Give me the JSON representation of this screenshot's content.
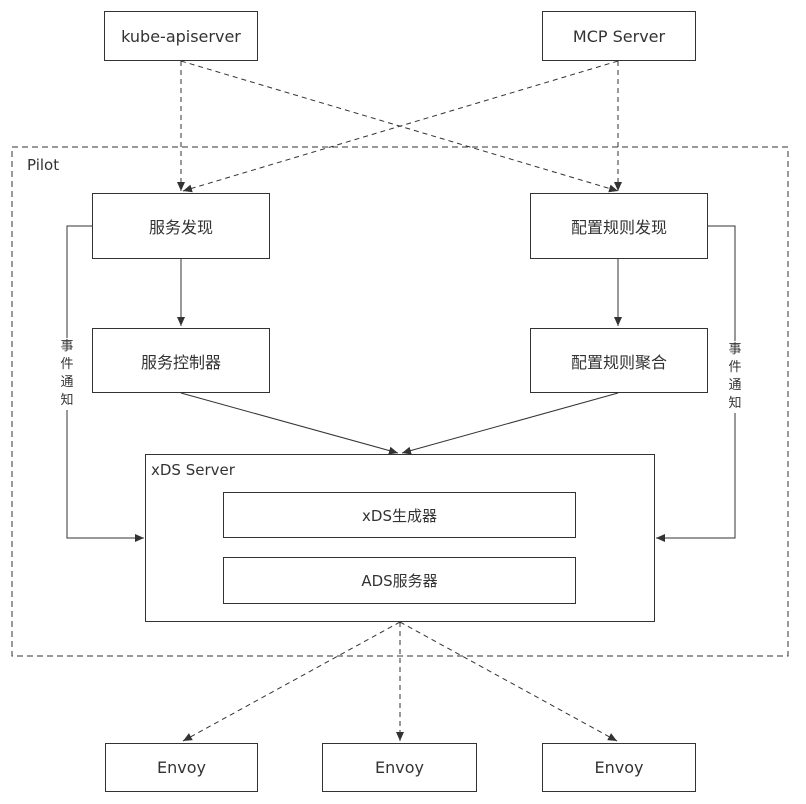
{
  "sources": {
    "kube_apiserver": "kube-apiserver",
    "mcp_server": "MCP Server"
  },
  "pilot": {
    "label": "Pilot",
    "service_discovery": "服务发现",
    "config_discovery": "配置规则发现",
    "service_controller": "服务控制器",
    "config_aggregation": "配置规则聚合",
    "event_notice_left": "事件通知",
    "event_notice_right": "事件通知",
    "xds_server": {
      "label": "xDS Server",
      "generator": "xDS生成器",
      "ads_server": "ADS服务器"
    }
  },
  "envoys": [
    "Envoy",
    "Envoy",
    "Envoy"
  ]
}
